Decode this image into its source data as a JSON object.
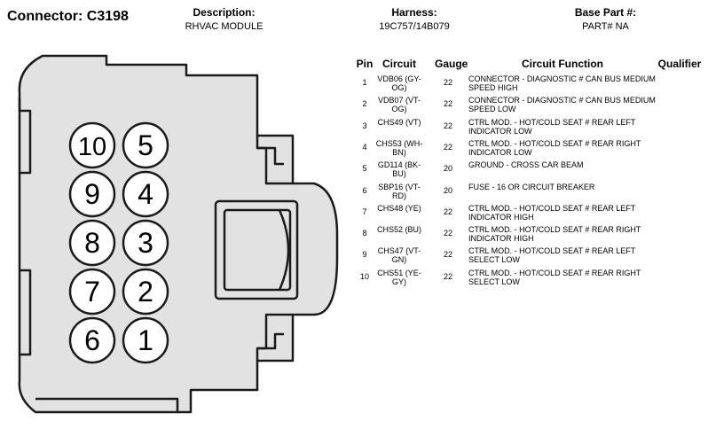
{
  "header": {
    "connector_title": "Connector: C3198",
    "description_label": "Description:",
    "description_value": "RHVAC MODULE",
    "harness_label": "Harness:",
    "harness_value": "19C757/14B079",
    "base_part_label": "Base Part #:",
    "base_part_value": "PART# NA"
  },
  "table": {
    "headers": {
      "pin": "Pin",
      "circuit": "Circuit",
      "gauge": "Gauge",
      "function": "Circuit Function",
      "qualifier": "Qualifier"
    },
    "rows": [
      {
        "pin": "1",
        "circuit": "VDB06 (GY-OG)",
        "gauge": "22",
        "function": "CONNECTOR - DIAGNOSTIC # CAN BUS MEDIUM SPEED HIGH",
        "qualifier": ""
      },
      {
        "pin": "2",
        "circuit": "VDB07 (VT-OG)",
        "gauge": "22",
        "function": "CONNECTOR - DIAGNOSTIC # CAN BUS MEDIUM SPEED LOW",
        "qualifier": ""
      },
      {
        "pin": "3",
        "circuit": "CHS49 (VT)",
        "gauge": "22",
        "function": "CTRL MOD. - HOT/COLD SEAT # REAR LEFT INDICATOR LOW",
        "qualifier": ""
      },
      {
        "pin": "4",
        "circuit": "CHS53 (WH-BN)",
        "gauge": "22",
        "function": "CTRL MOD. - HOT/COLD SEAT # REAR RIGHT INDICATOR LOW",
        "qualifier": ""
      },
      {
        "pin": "5",
        "circuit": "GD114 (BK-BU)",
        "gauge": "20",
        "function": "GROUND - CROSS CAR BEAM",
        "qualifier": ""
      },
      {
        "pin": "6",
        "circuit": "SBP16 (VT-RD)",
        "gauge": "20",
        "function": "FUSE - 16 OR CIRCUIT BREAKER",
        "qualifier": ""
      },
      {
        "pin": "7",
        "circuit": "CHS48 (YE)",
        "gauge": "22",
        "function": "CTRL MOD. - HOT/COLD SEAT # REAR LEFT INDICATOR HIGH",
        "qualifier": ""
      },
      {
        "pin": "8",
        "circuit": "CHS52 (BU)",
        "gauge": "22",
        "function": "CTRL MOD. - HOT/COLD SEAT # REAR RIGHT INDICATOR HIGH",
        "qualifier": ""
      },
      {
        "pin": "9",
        "circuit": "CHS47 (VT-GN)",
        "gauge": "22",
        "function": "CTRL MOD. - HOT/COLD SEAT # REAR LEFT SELECT LOW",
        "qualifier": ""
      },
      {
        "pin": "10",
        "circuit": "CHS51 (YE-GY)",
        "gauge": "22",
        "function": "CTRL MOD. - HOT/COLD SEAT # REAR RIGHT SELECT LOW",
        "qualifier": ""
      }
    ]
  },
  "diagram": {
    "cavity_labels": [
      "10",
      "5",
      "9",
      "4",
      "8",
      "3",
      "7",
      "2",
      "6",
      "1"
    ],
    "fill_color": "#e2e2e2",
    "stroke_color": "#1a1a1a"
  }
}
